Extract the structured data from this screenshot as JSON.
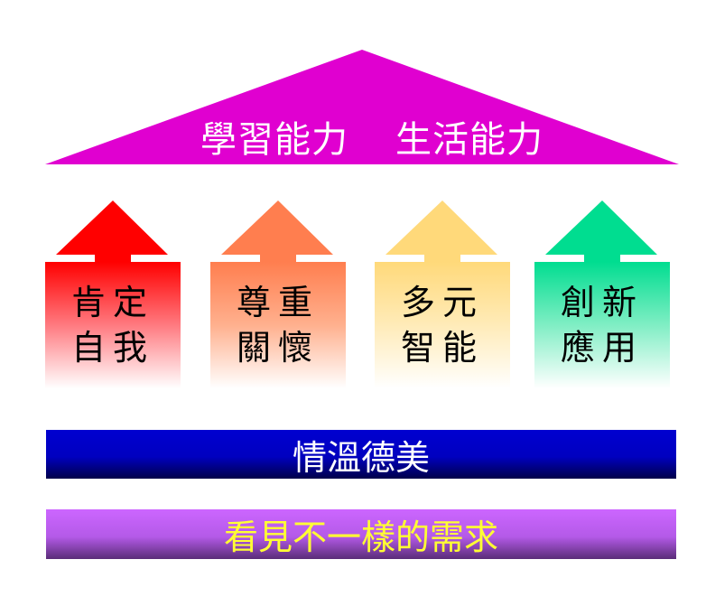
{
  "roof": {
    "labels": [
      "學習能力",
      "生活能力"
    ],
    "color": "#e000d0"
  },
  "pillars": [
    {
      "line1": "肯定",
      "line2": "自我",
      "color": "#ff0000"
    },
    {
      "line1": "尊重",
      "line2": "關懷",
      "color": "#ff7e4f"
    },
    {
      "line1": "多元",
      "line2": "智能",
      "color": "#ffd97a"
    },
    {
      "line1": "創新",
      "line2": "應用",
      "color": "#00dd90"
    }
  ],
  "foundation": {
    "label": "情溫德美"
  },
  "base": {
    "label": "看見不一樣的需求"
  }
}
